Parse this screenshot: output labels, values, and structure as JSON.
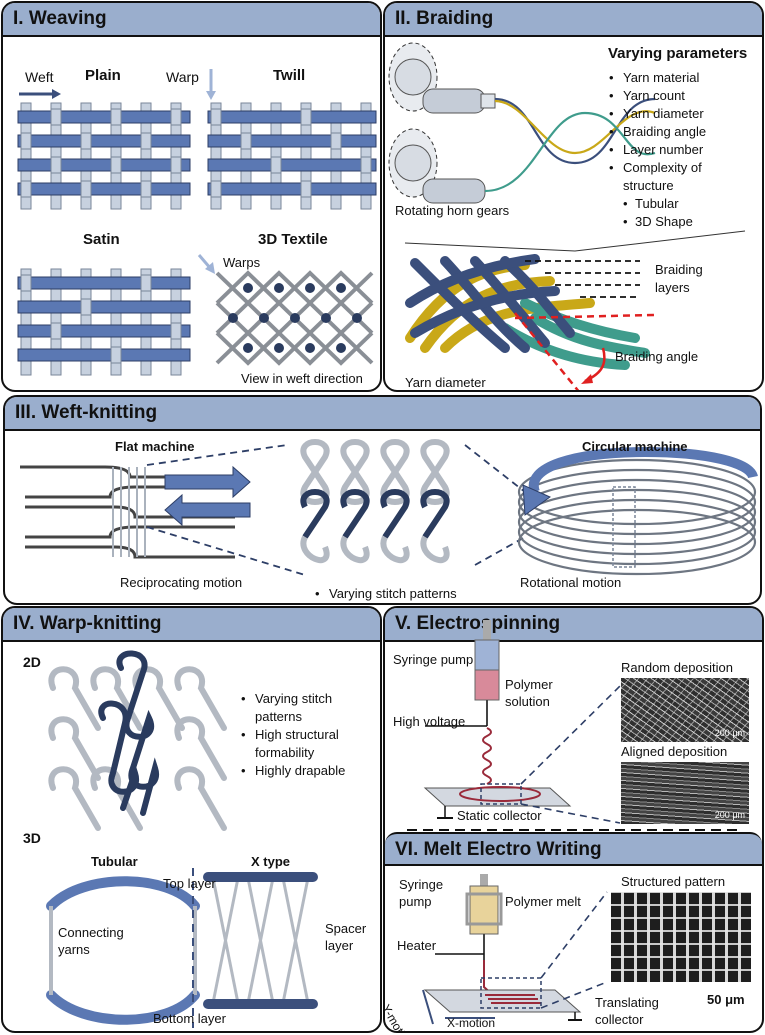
{
  "weaving": {
    "title": "I. Weaving",
    "plain": "Plain",
    "twill": "Twill",
    "satin": "Satin",
    "textile3d": "3D Textile",
    "weft": "Weft",
    "warp": "Warp",
    "warps": "Warps",
    "view": "View in weft direction"
  },
  "braiding": {
    "title": "II. Braiding",
    "gears": "Rotating horn gears",
    "params_title": "Varying parameters",
    "params": [
      "Yarn material",
      "Yarn count",
      "Yarn diameter",
      "Braiding angle",
      "Layer number",
      "Complexity of structure"
    ],
    "sub_params": [
      "Tubular",
      "3D Shape"
    ],
    "layers": "Braiding layers",
    "angle": "Braiding angle",
    "diameter": "Yarn diameter"
  },
  "weft_knitting": {
    "title": "III. Weft-knitting",
    "flat": "Flat machine",
    "circular": "Circular machine",
    "reciprocating": "Reciprocating motion",
    "rotational": "Rotational motion",
    "stitch": "Varying stitch patterns"
  },
  "warp_knitting": {
    "title": "IV. Warp-knitting",
    "d2": "2D",
    "d3": "3D",
    "bullets": [
      "Varying stitch patterns",
      "High structural formability",
      "Highly drapable"
    ],
    "tubular": "Tubular",
    "xtype": "X type",
    "top": "Top layer",
    "bottom": "Bottom layer",
    "connecting": "Connecting yarns",
    "spacer": "Spacer layer"
  },
  "electrospinning": {
    "title": "V. Electrospinning",
    "syringe": "Syringe pump",
    "polymer": "Polymer solution",
    "voltage": "High voltage",
    "collector": "Static collector",
    "random": "Random deposition",
    "aligned": "Aligned deposition",
    "scale1": "200 μm",
    "scale2": "200 μm"
  },
  "mew": {
    "title": "VI. Melt Electro Writing",
    "syringe": "Syringe pump",
    "melt": "Polymer melt",
    "heater": "Heater",
    "pattern": "Structured pattern",
    "scale": "50 μm",
    "translating": "Translating collector",
    "ymotion": "Y-motion",
    "xmotion": "X-motion"
  },
  "colors": {
    "header": "#9aaecd",
    "navy": "#3b4f7c",
    "gold": "#c9a818",
    "teal": "#3f9c8c",
    "red": "#e02020"
  }
}
